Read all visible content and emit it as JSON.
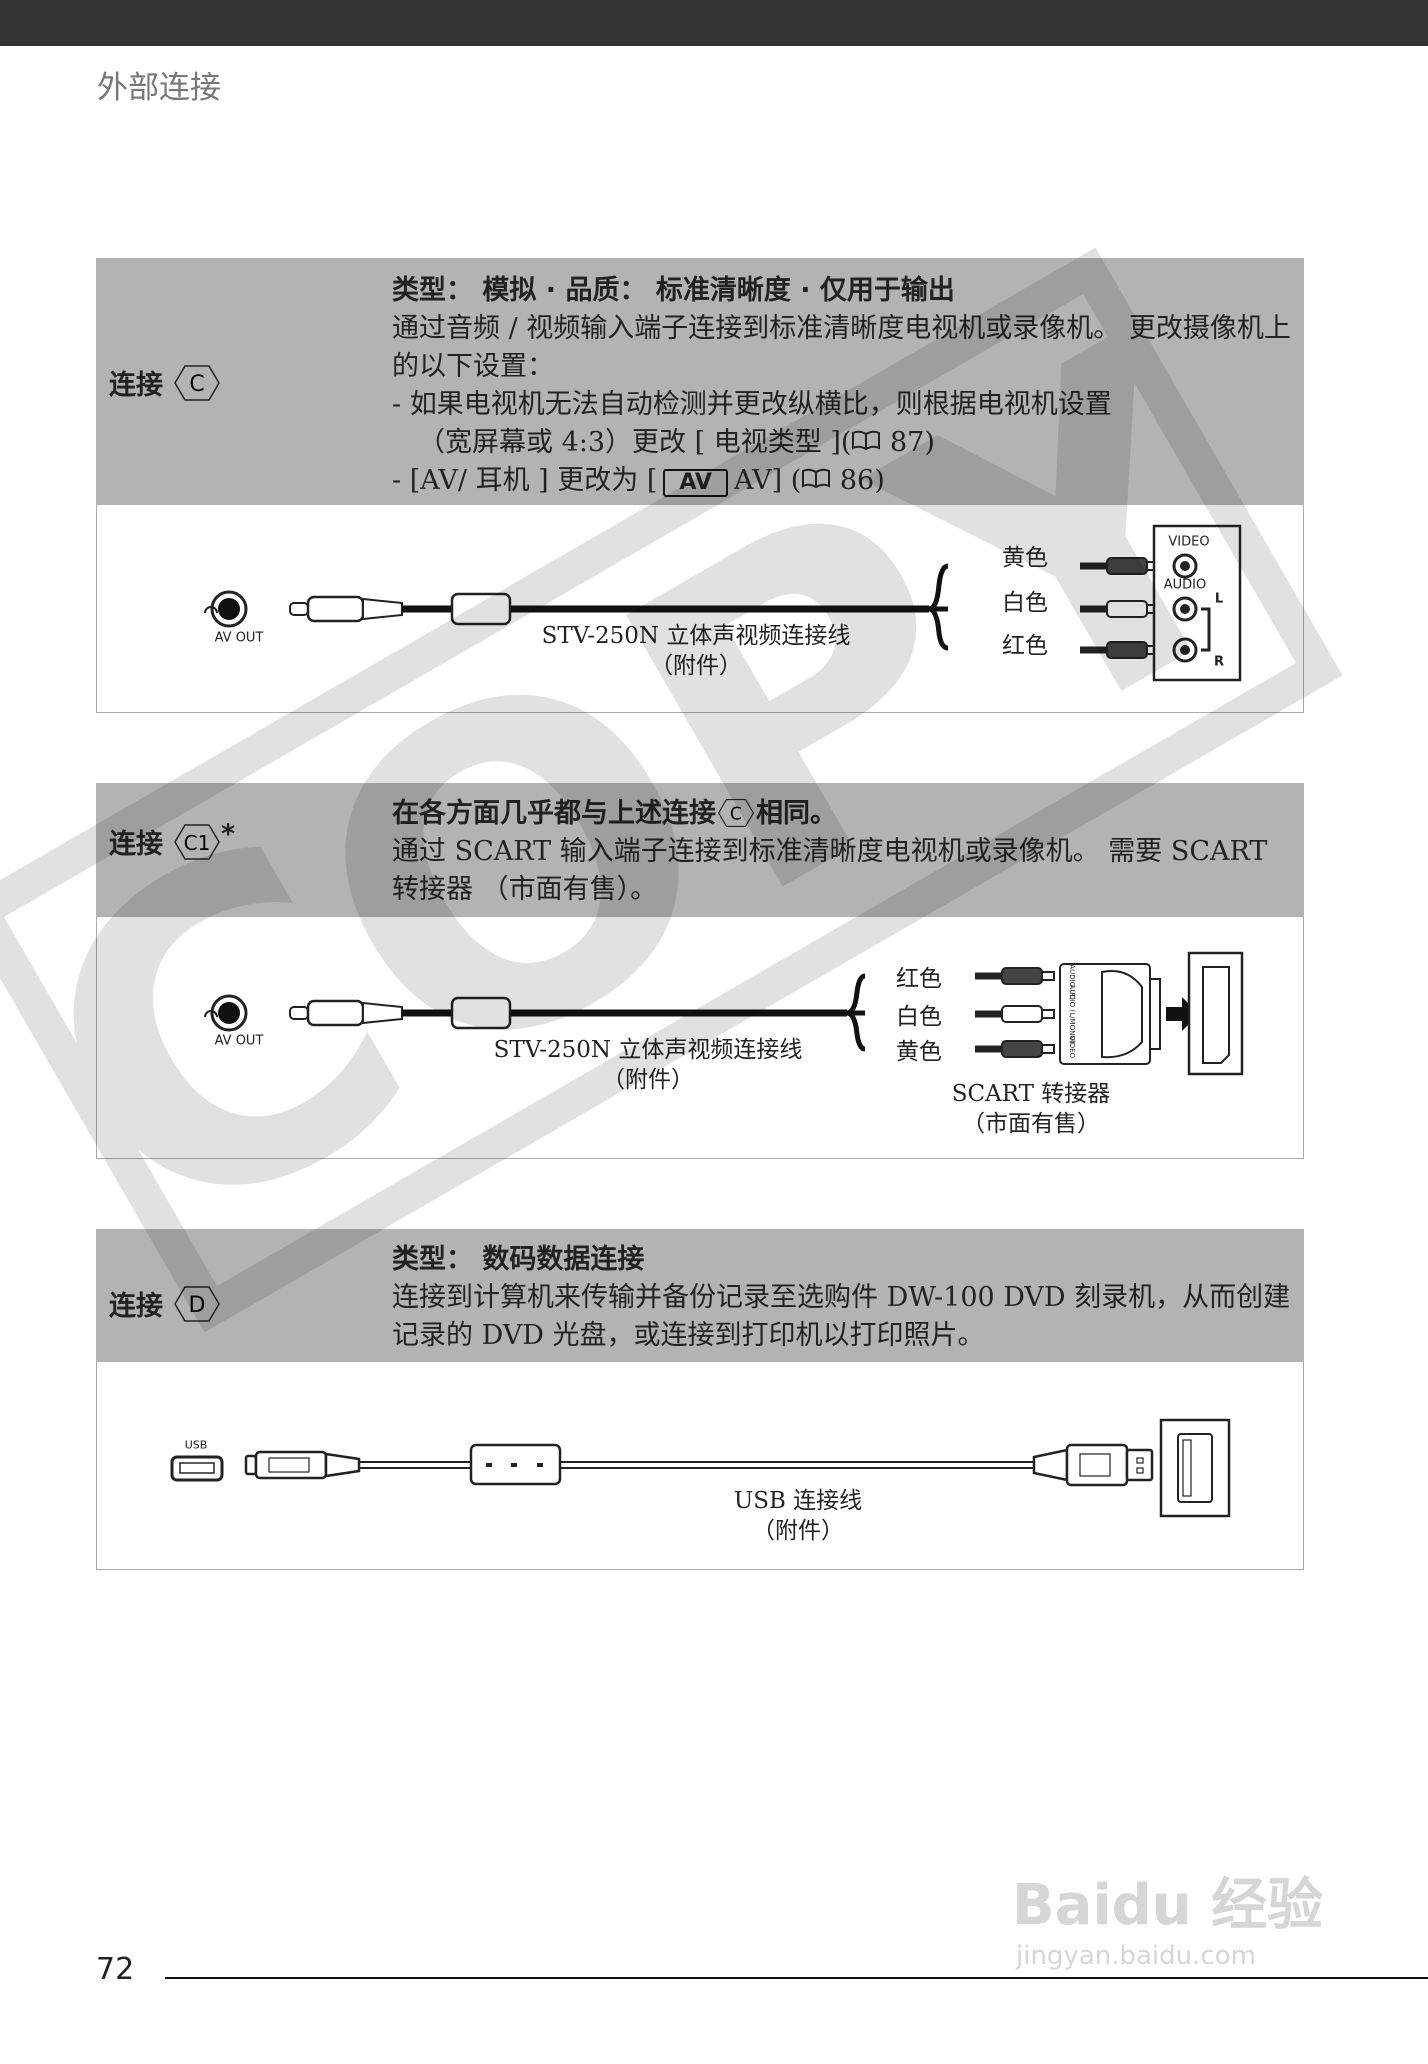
{
  "header": {
    "chapter": "外部连接"
  },
  "sections": [
    {
      "label": "连接",
      "badge": "C",
      "badge_suffix": "",
      "title": "类型： 模拟 · 品质： 标准清晰度 · 仅用于输出",
      "body": "通过音频 / 视频输入端子连接到标准清晰度电视机或录像机。 更改摄像机上的以下设置：",
      "bullet1": "- 如果电视机无法自动检测并更改纵横比，则根据电视机设置",
      "bullet1b_pre": "（宽屏幕或 4:3）更改 [ 电视类型 ](",
      "bullet1b_page": "87)",
      "bullet2_pre": "- [AV/ 耳机 ] 更改为 [",
      "bullet2_icon": "AV",
      "bullet2_mid": "AV] (",
      "bullet2_page": "86)",
      "diagram": {
        "port_label": "AV OUT",
        "cable": "STV-250N 立体声视频连接线",
        "cable_note": "（附件）",
        "colors": [
          "黄色",
          "白色",
          "红色"
        ],
        "tv_labels": {
          "video": "VIDEO",
          "audio": "AUDIO",
          "l": "L",
          "r": "R"
        }
      }
    },
    {
      "label": "连接",
      "badge": "C1",
      "badge_suffix": "*",
      "title": "在各方面几乎都与上述连接",
      "title_badge": "C",
      "title_end": "相同。",
      "body": "通过 SCART 输入端子连接到标准清晰度电视机或录像机。 需要 SCART 转接器 （市面有售）。",
      "diagram": {
        "port_label": "AV OUT",
        "cable": "STV-250N 立体声视频连接线",
        "cable_note": "（附件）",
        "colors": [
          "红色",
          "白色",
          "黄色"
        ],
        "adapter": "SCART 转接器",
        "adapter_note": "（市面有售）",
        "adapter_labels": [
          "AUDIO (R)",
          "AUDIO (L/MONO)",
          "VIDEO"
        ]
      }
    },
    {
      "label": "连接",
      "badge": "D",
      "badge_suffix": "",
      "title": "类型： 数码数据连接",
      "body": "连接到计算机来传输并备份记录至选购件 DW-100 DVD 刻录机，从而创建记录的 DVD 光盘，或连接到打印机以打印照片。",
      "diagram": {
        "port_label": "USB",
        "cable": "USB 连接线",
        "cable_note": "（附件）"
      }
    }
  ],
  "footer": {
    "page_number": "72"
  },
  "watermarks": {
    "copy": "COPY",
    "baidu": "Baidu 经验",
    "baidu_url": "jingyan.baidu.com"
  }
}
